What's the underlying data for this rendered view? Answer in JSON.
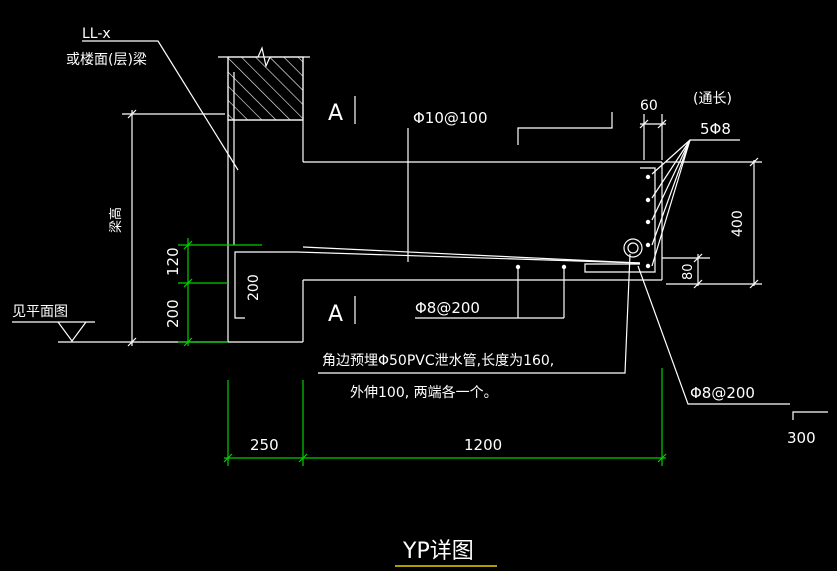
{
  "labels": {
    "beam_code": "LL-x",
    "beam_note": "或楼面(层)梁",
    "beam_height": "梁高",
    "see_plan": "见平面图",
    "section_a_top": "A",
    "section_a_bottom": "A",
    "rebar_top": "Φ10@100",
    "rebar_bottom": "Φ8@200",
    "rebar_edge": "Φ8@200",
    "through_note": "(通长)",
    "rebar_long": "5Φ8",
    "pipe_note_1": "角边预埋Φ50PVC泄水管,长度为160,",
    "pipe_note_2": "外伸100,  两端各一个。",
    "title": "YP详图"
  },
  "dimensions": {
    "d60": "60",
    "d400": "400",
    "d80": "80",
    "d120": "120",
    "d200_left": "200",
    "d200_inner": "200",
    "d250": "250",
    "d1200": "1200",
    "d300": "300"
  },
  "colors": {
    "background": "#000000",
    "lines": "#ffffff",
    "dimension": "#00d000",
    "title_underline": "#e6d200"
  }
}
